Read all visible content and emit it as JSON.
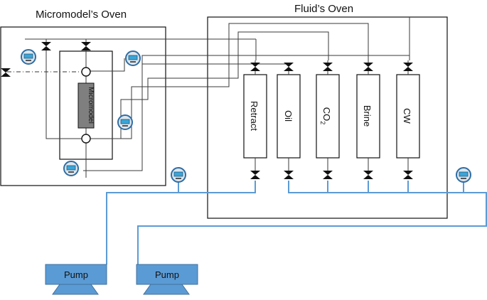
{
  "ovens": {
    "micromodel_title": "Micromodel’s Oven",
    "fluid_title": "Fluid’s Oven"
  },
  "micromodel": {
    "label": "Micromodel"
  },
  "cylinders": [
    {
      "label": "Retract"
    },
    {
      "label": "Oil"
    },
    {
      "label": "CO",
      "sub": "2"
    },
    {
      "label": "Brine"
    },
    {
      "label": "CW"
    }
  ],
  "pumps": [
    {
      "label": "Pump"
    },
    {
      "label": "Pump"
    }
  ],
  "colors": {
    "line": "#3a3a3a",
    "flow_line": "#5b9bd5",
    "pump_fill": "#5b9bd5",
    "pump_border": "#41719c",
    "micromodel_fill": "#7f7f7f"
  }
}
